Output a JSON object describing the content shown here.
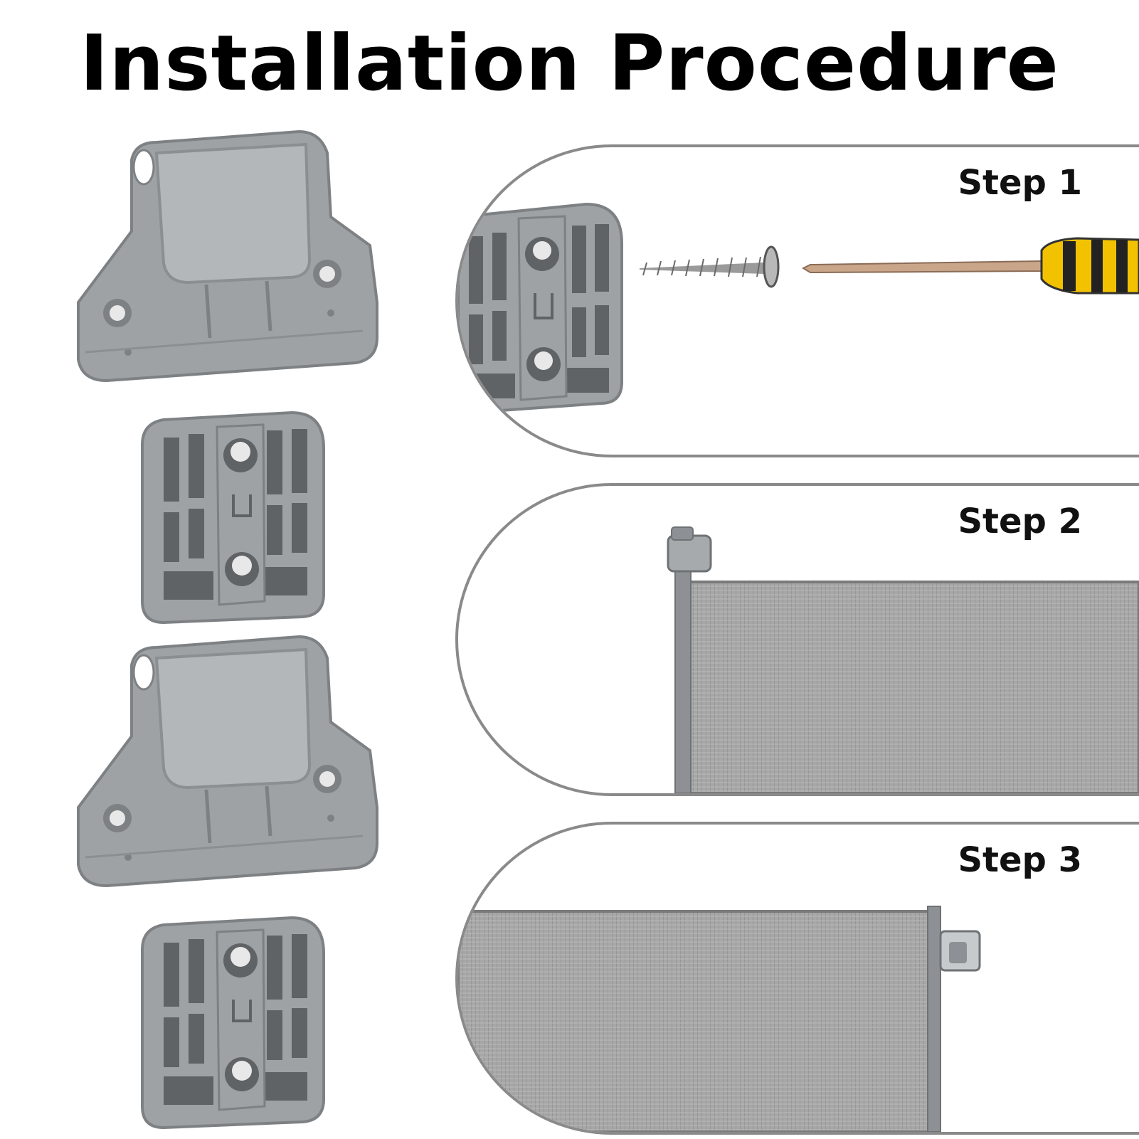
{
  "title": "Installation Procedure",
  "steps": [
    {
      "label": "Step 1"
    },
    {
      "label": "Step 2"
    },
    {
      "label": "Step 3"
    }
  ],
  "colors": {
    "plastic": "#9ea2a5",
    "plastic_dark": "#7d8184",
    "panel_border": "#8a8a8a",
    "mesh": "#a3a3a3",
    "screwdriver_handle": "#f2c200"
  },
  "icons": [
    "hinge-bracket-icon",
    "mounting-plate-icon",
    "screw-icon",
    "screwdriver-icon",
    "gate-mesh-icon"
  ]
}
